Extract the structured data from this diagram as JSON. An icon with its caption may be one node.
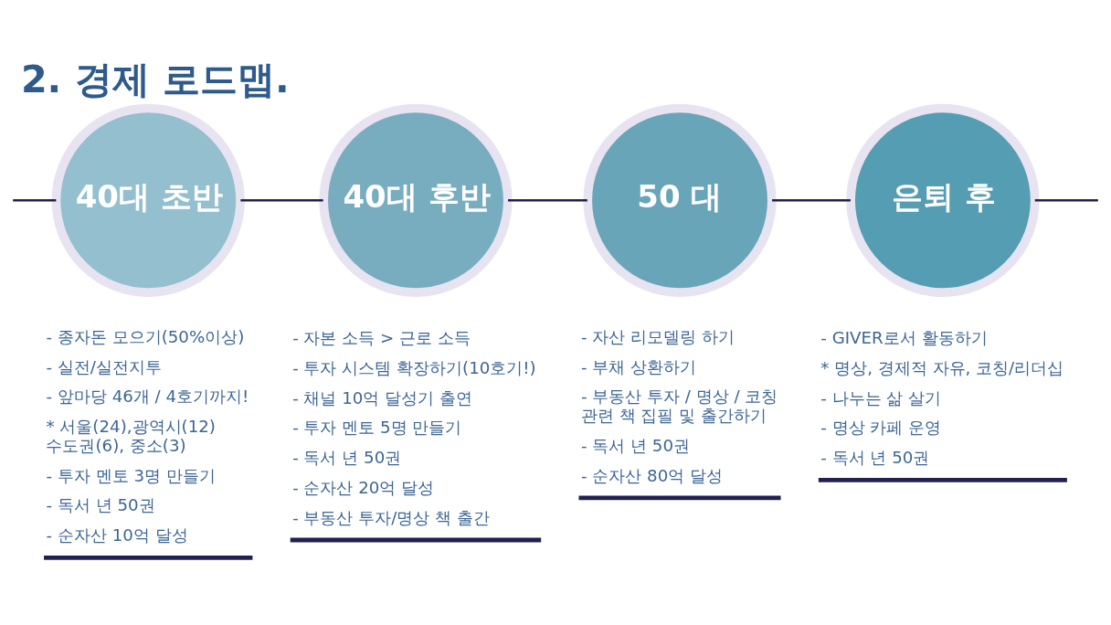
{
  "diagram": {
    "title": "2. 경제 로드맵.",
    "nodes": [
      {
        "text": [
          "40대 초반"
        ],
        "beside": [
          "- 종자돈 모으기(50%이상)",
          "- 실전/실전지투",
          "- 앞마당 46개 / 4호기까지!",
          "* 서울(24),광역시(12) 수도권(6), 중소(3)",
          "- 투자 멘토 3명 만들기",
          "- 독서 년 50권",
          "- 순자산 10억 달성"
        ]
      },
      {
        "text": [
          "40대 후반"
        ],
        "beside": [
          "- 자본 소득 > 근로 소득",
          "- 투자 시스템 확장하기(10호기!)",
          "- 채널 10억 달성기 출연",
          "- 투자 멘토 5명 만들기",
          "- 독서 년 50권",
          "- 순자산 20억 달성",
          "- 부동산 투자/명상 책 출간"
        ]
      },
      {
        "text": [
          "50 대"
        ],
        "beside": [
          "- 자산 리모델링 하기",
          "- 부채 상환하기",
          "- 부동산 투자 / 명상 / 코칭 관련 책 집필 및 출간하기",
          "- 독서 년 50권",
          "- 순자산 80억 달성"
        ]
      },
      {
        "text": [
          "은퇴 후"
        ],
        "beside": [
          "- GIVER로서 활동하기",
          "* 명상, 경제적 자유, 코칭/리더십",
          "- 나누는 삶 살기",
          "- 명상 카페 운영",
          "- 독서 년 50권"
        ]
      }
    ],
    "edges": [
      {
        "from": null,
        "to": 0,
        "arrow": "none"
      },
      {
        "from": 0,
        "to": 1,
        "arrow": "none"
      },
      {
        "from": 1,
        "to": 2,
        "arrow": "none"
      },
      {
        "from": 2,
        "to": 3,
        "arrow": "none"
      },
      {
        "from": 3,
        "to": null,
        "arrow": "none"
      }
    ]
  }
}
